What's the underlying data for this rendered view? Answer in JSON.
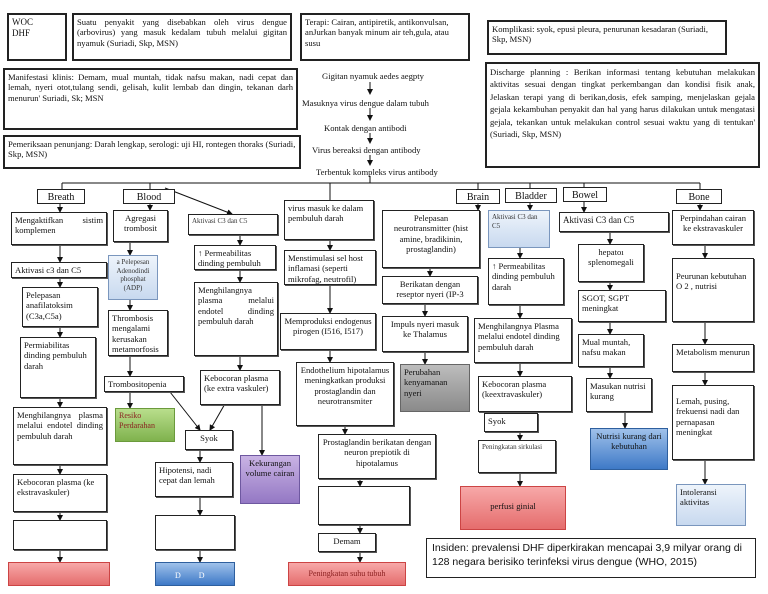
{
  "title": "WOC\nDHF",
  "definition": "Suatu penyakit yang disebabkan oleh virus dengue (arbovirus) yang masuk kedalam tubuh melalui gigitan nyamuk (Suriadi, Skp, MSN)",
  "therapy": "Terapi: Cairan, antipiretik, antikonvulsan, anJurkan banyak minum air teh,gula, atau susu",
  "complication": "Komplikasi: syok, epusi pleura, penurunan kesadaran (Suriadi, Skp, MSN)",
  "manifestation": "Manifestasi klinis: Demam, mual muntah, tidak nafsu makan, nadi cepat dan lemah, nyeri otot,tulang sendi, gelisah, kulit lembab dan dingin, tekanan darh menurun' Suriadi, Sk; MSN",
  "support_exam": "Pemeriksaan penunjang: Darah lengkap, serologi: uji HI, rontegen thoraks (Suriadi, Skp, MSN)",
  "discharge": "Discharge planning : Berikan informasi tentang kebutuhan melakukan aktivitas sesuai dengan tingkat perkembangan dan kondisi fisik anak, Jelaskan terapi yang di berikan,dosis, efek samping, menjelaskan gejala gejala kekambuhan penyakit dan hal yang harus dilakukan untuk mengatasi gejala, tekankan untuk melakukan control sesuai waktu yang di tentukan' (Suriadi, Skp, MSN)",
  "flow": [
    "Gigitan nyamuk aedes aegpty",
    "Masuknya virus dengue dalam tubuh",
    "Kontak dengan antibodi",
    "Virus bereaksi dengan antibody",
    "Terbentuk kompleks virus antibody"
  ],
  "categories": {
    "breath": "Breath",
    "blood": "Blood",
    "brain": "Brain",
    "bladder": "Bladder",
    "bowel": "Bowel",
    "bone": "Bone"
  },
  "breath_col": [
    "Mengaktifkan sistim komplemen",
    "Aktivasi c3 dan C5",
    "Pelepasan anafilatoksim (C3a,C5a)",
    "Permiabilitas dinding pembuluh darah",
    "Menghilangnya plasma melalui endotel dinding pembuluh darah",
    "Kebocoran plasma (ke ekstravaskuler)"
  ],
  "blood_col": [
    "Agregasi trombosit",
    "a Pelepesan Adenodindi phosphat (ADP)",
    "Thrombosis mengalami kerusakan metamorfosis",
    "Trombositopenia",
    "Resiko Perdarahan"
  ],
  "blood2_col": [
    "Aktivasi C3 dan C5",
    "↑ Permeabilitas dinding pembuluh darah",
    "Menghilangnya plasma melalui endotel dinding pembuluh darah",
    "Kebocoran plasma (ke extra vaskuler)",
    "Kekurangan volume cairan"
  ],
  "shock_left": "Syok",
  "hypotension": "Hipotensi, nadi cepat dan lemah",
  "bottom_left_blue": "D",
  "bottom_left_blue2": "D",
  "virus_col": [
    "virus masuk ke dalam pembuluh darah",
    "Menstimulasi sel host inflamasi (seperti mikrofag, neutrofil)",
    "Memproduksi endogenus pirogen (I516, I517)",
    "Endothelium hipotalamus meningkatkan produksi prostaglandin dan neurotransmiter",
    "Prostaglandin berikatan dengan neuron prepiotik di hipotalamus",
    "Demam",
    "Peningkatan suhu tubuh"
  ],
  "brain_col": [
    "Pelepasan neurotransmitter (hist amine, bradikinin, prostaglandin)",
    "Berikatan dengan reseptor nyeri (IP-3",
    "Impuls nyeri masuk ke Thalamus",
    "Perubahan kenyamanan nyeri"
  ],
  "bladder_col": [
    "Aktivasi C3 dan C5",
    "↑ Permeabilitas dinding pembuluh darah",
    "Menghilangnya Plasma melalui endotel dinding pembuluh darah",
    "Kebocoran plasma (keextravaskuler)",
    "Syok",
    "Peningkatan sirkulasi",
    "perfusi ginial"
  ],
  "bowel_col": [
    "Aktivasi C3 dan C5",
    "hepatoı splenomegali",
    "SGOT, SGPT meningkat",
    "Mual muntah, nafsu makan",
    "Masukan nutrisi kurang",
    "Nutrisi kurang dari kebutuhan"
  ],
  "bone_col": [
    "Perpindahan cairan ke ekstravaskuler",
    "Peurunan kebutuhan O 2 , nutrisi",
    "Metabolism menurun",
    "Lemah, pusing, frekuensi nadi dan pernapasan meningkat",
    "Intoleransi aktivitas"
  ],
  "incidence": "Insiden: prevalensi DHF diperkirakan mencapai 3,9 milyar orang di 128 negara berisiko terinfeksi virus dengue (WHO, 2015)",
  "colors": {
    "green": "#8cc05a",
    "purple": "#a58bd0",
    "gray": "#9a9a9a",
    "blue": "#4a85cf",
    "red": "#ea7d7d"
  }
}
